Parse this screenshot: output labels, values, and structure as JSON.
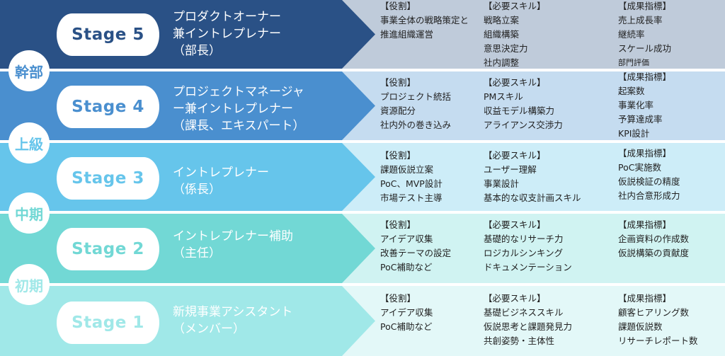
{
  "colors": {
    "s5": "#2a5186",
    "s4": "#4a8fcf",
    "s3": "#66c5eb",
    "s2": "#72d8d5",
    "s1": "#a0e8e8"
  },
  "levels": [
    "幹部",
    "上級",
    "中期",
    "初期"
  ],
  "stages": [
    {
      "label": "Stage 5",
      "title": "プロダクトオーナー\n兼イントレプレナー\n（部長）",
      "role": [
        "【役割】",
        "事業全体の戦略策定と",
        "推進組織運営"
      ],
      "skills": [
        "【必要スキル】",
        "戦略立案",
        "組織構築",
        "意思決定力",
        "社内調整"
      ],
      "metrics": [
        "【成果指標】",
        "売上成長率",
        "継続率",
        "スケール成功",
        "部門評価"
      ]
    },
    {
      "label": "Stage 4",
      "title": "プロジェクトマネージャ\nー兼イントレプレナー\n（課長、エキスパート）",
      "role": [
        "【役割】",
        "プロジェクト統括",
        "資源配分",
        "社内外の巻き込み"
      ],
      "skills": [
        "【必要スキル】",
        "PMスキル",
        "収益モデル構築力",
        "アライアンス交渉力"
      ],
      "metrics": [
        "【成果指標】",
        "起案数",
        "事業化率",
        "予算達成率",
        "KPI設計"
      ]
    },
    {
      "label": "Stage 3",
      "title": "イントレプレナー\n（係長）",
      "role": [
        "【役割】",
        "課題仮説立案",
        "PoC、MVP設計",
        "市場テスト主導"
      ],
      "skills": [
        "【必要スキル】",
        "ユーザー理解",
        "事業設計",
        "基本的な収支計画スキル"
      ],
      "metrics": [
        "【成果指標】",
        "PoC実施数",
        "仮説検証の精度",
        "社内合意形成力"
      ]
    },
    {
      "label": "Stage 2",
      "title": "イントレプレナー補助\n（主任）",
      "role": [
        "【役割】",
        "アイデア収集",
        "改善テーマの設定",
        "PoC補助など"
      ],
      "skills": [
        "【必要スキル】",
        "基礎的なリサーチ力",
        "ロジカルシンキング",
        "ドキュメンテーション"
      ],
      "metrics": [
        "【成果指標】",
        "企画資料の作成数",
        "仮説構築の貢献度"
      ]
    },
    {
      "label": "Stage 1",
      "title": "新規事業アシスタント\n（メンバー）",
      "role": [
        "【役割】",
        "アイデア収集",
        "PoC補助など"
      ],
      "skills": [
        "【必要スキル】",
        "基礎ビジネススキル",
        "仮説思考と課題発見力",
        "共創姿勢・主体性"
      ],
      "metrics": [
        "【成果指標】",
        "顧客ヒアリング数",
        "課題仮説数",
        "リサーチレポート数"
      ]
    }
  ]
}
